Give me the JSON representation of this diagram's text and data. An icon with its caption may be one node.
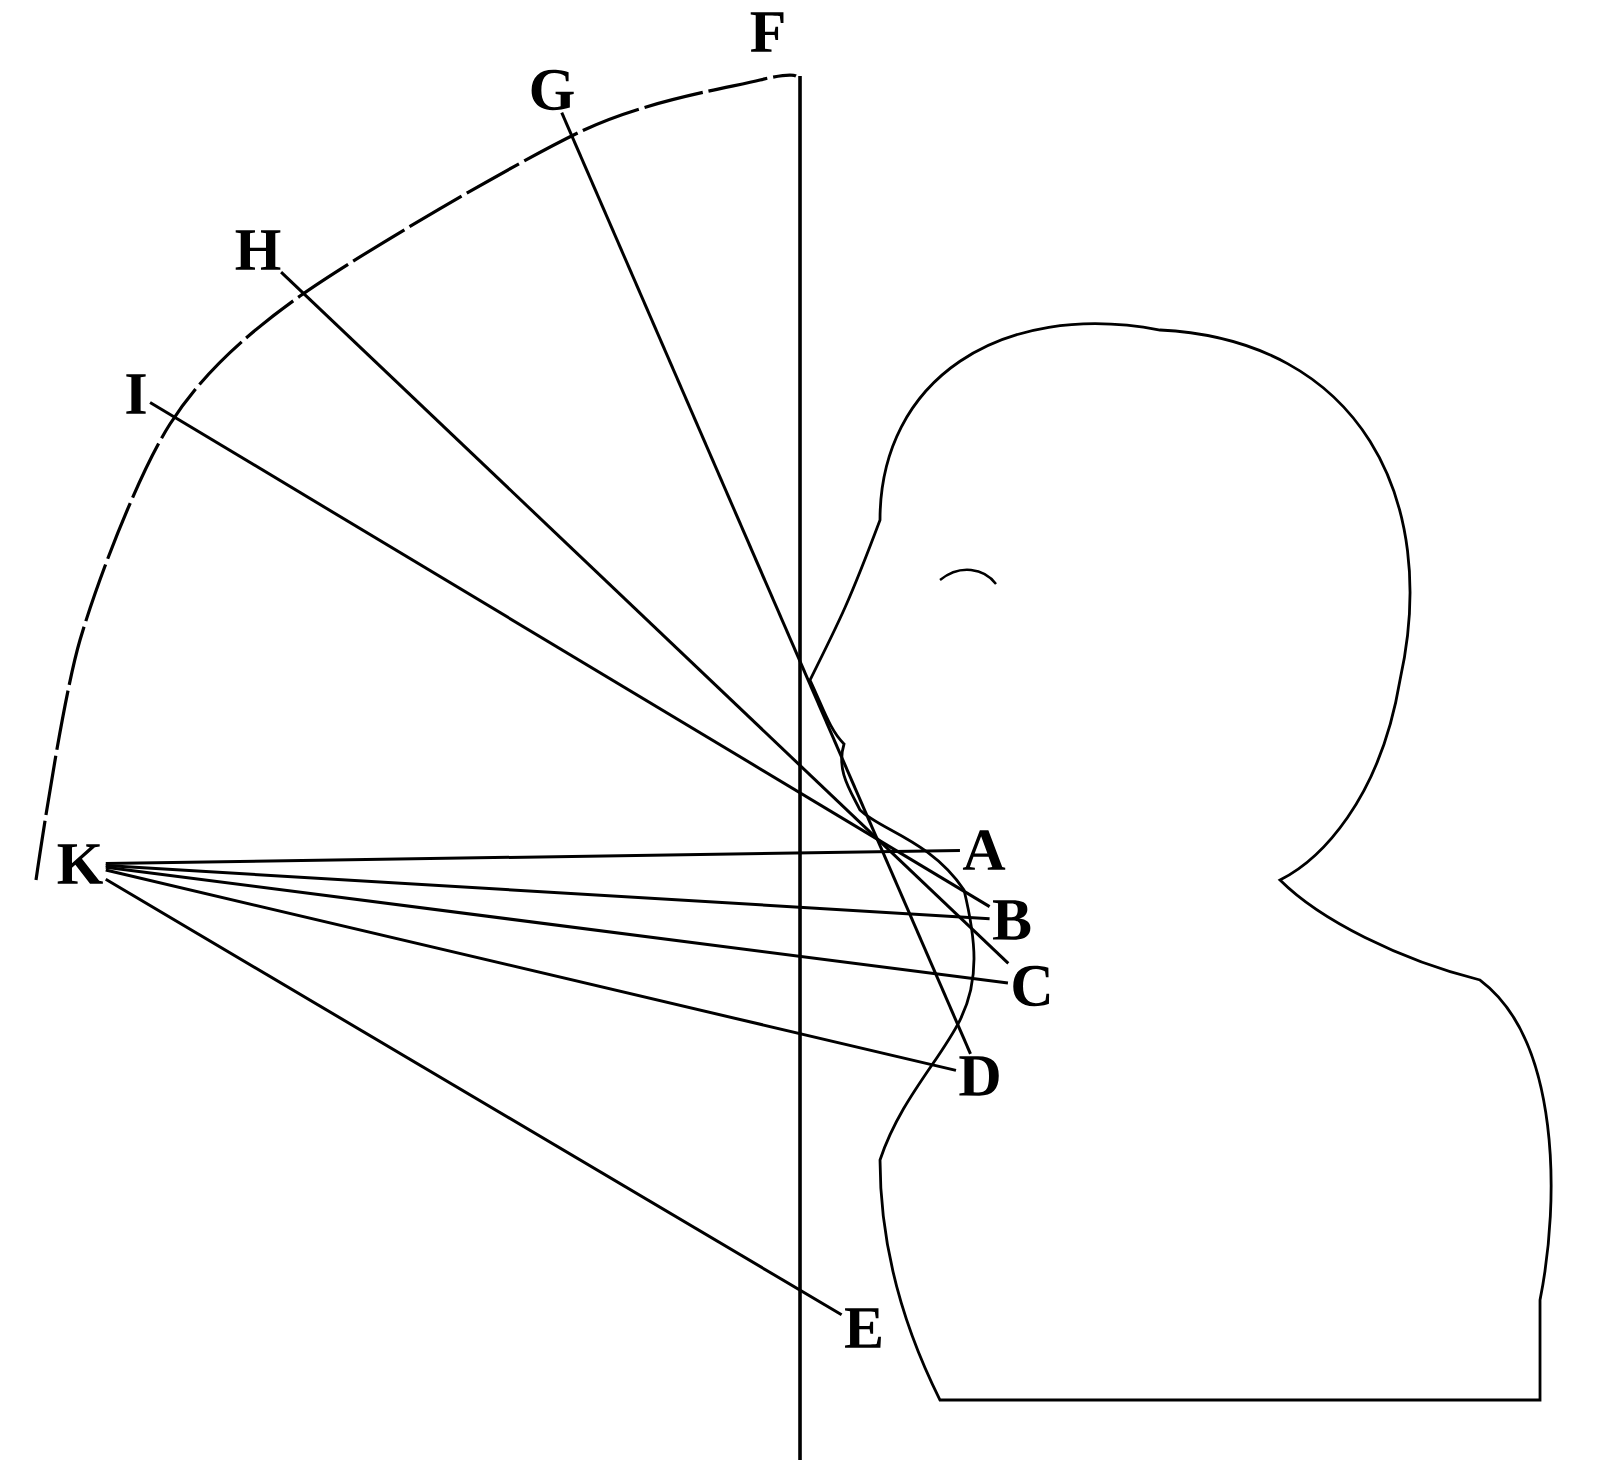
{
  "diagram": {
    "nodes": [
      {
        "text": [
          "A"
        ]
      },
      {
        "text": [
          "B"
        ]
      },
      {
        "text": [
          "C"
        ]
      },
      {
        "text": [
          "D"
        ]
      },
      {
        "text": [
          "E"
        ]
      },
      {
        "text": [
          "F"
        ]
      },
      {
        "text": [
          "G"
        ]
      },
      {
        "text": [
          "H"
        ]
      },
      {
        "text": [
          "I"
        ]
      },
      {
        "text": [
          "K"
        ]
      }
    ],
    "edges": [
      {
        "from": 9,
        "to": 0,
        "arrow": "none"
      },
      {
        "from": 9,
        "to": 1,
        "arrow": "none"
      },
      {
        "from": 9,
        "to": 2,
        "arrow": "none"
      },
      {
        "from": 9,
        "to": 3,
        "arrow": "none"
      },
      {
        "from": 9,
        "to": 4,
        "arrow": "none"
      },
      {
        "from": 8,
        "to": 1,
        "arrow": "none"
      },
      {
        "from": 7,
        "to": 2,
        "arrow": "none"
      },
      {
        "from": 6,
        "to": 3,
        "arrow": "none"
      }
    ]
  }
}
